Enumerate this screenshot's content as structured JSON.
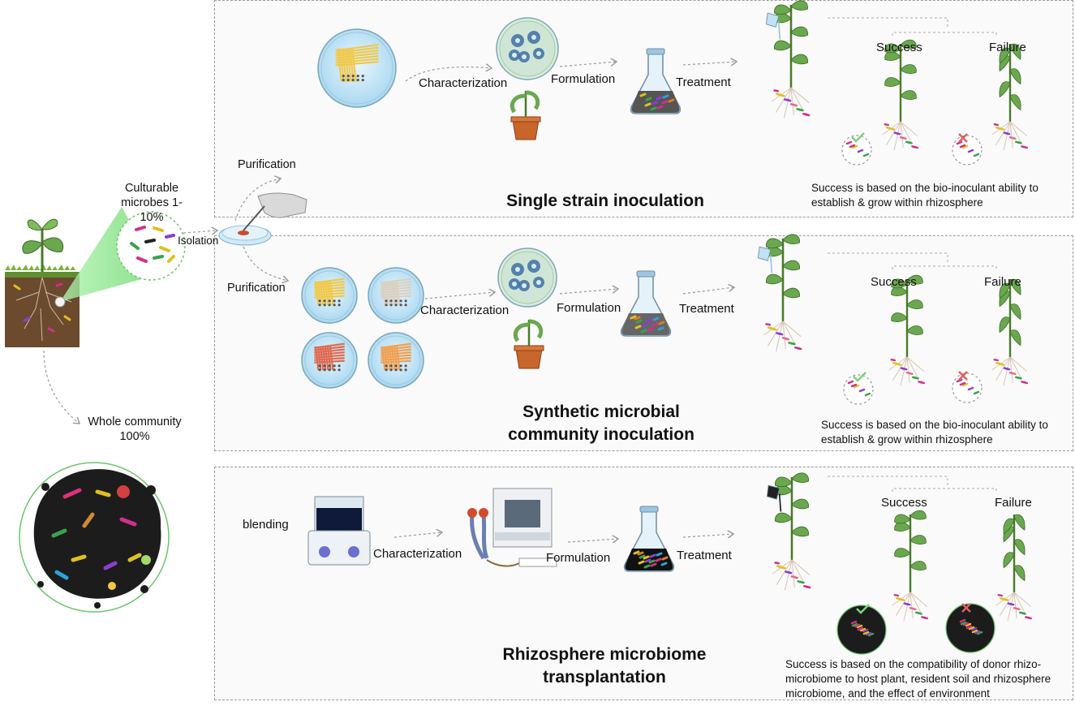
{
  "left": {
    "culturable_label": "Culturable microbes 1-10%",
    "isolation_label": "Isolation",
    "purification_top": "Purification",
    "purification_bottom": "Purification",
    "whole_community_label": "Whole community 100%"
  },
  "panels": [
    {
      "id": "single",
      "title": "Single strain inoculation",
      "steps": [
        "Characterization",
        "Formulation",
        "Treatment"
      ],
      "success_label": "Success",
      "failure_label": "Failure",
      "note": "Success is based on the  bio-inoculant ability to establish & grow within rhizosphere"
    },
    {
      "id": "synthetic",
      "title": "Synthetic microbial community inoculation",
      "steps": [
        "Characterization",
        "Formulation",
        "Treatment"
      ],
      "success_label": "Success",
      "failure_label": "Failure",
      "note": "Success is based on the  bio-inoculant ability to establish & grow within rhizosphere"
    },
    {
      "id": "transplant",
      "title": "Rhizosphere microbiome transplantation",
      "steps": [
        "blending",
        "Characterization",
        "Formulation",
        "Treatment"
      ],
      "success_label": "Success",
      "failure_label": "Failure",
      "note": "Success is based on the compatibility of donor rhizo-microbiome to host plant, resident soil and rhizosphere microbiome, and the effect of environment"
    }
  ],
  "colors": {
    "panel_border": "#9a9a9a",
    "plate_blue": "#bfe3f5",
    "streak_yellow": "#f0c94a",
    "soil_brown": "#6b4a2e",
    "leaf_green": "#6aa84f",
    "community_black": "#1c1c1c",
    "spotlight_green": "#7be07b"
  }
}
